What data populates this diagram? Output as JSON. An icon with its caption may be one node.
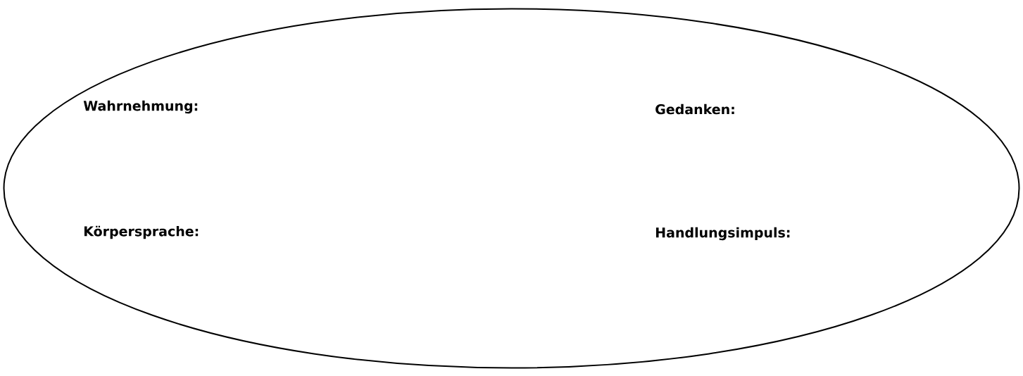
{
  "diagram": {
    "nodes": [
      {
        "text": [
          "Wahrnehmung:",
          "Gedanken:",
          "Körpersprache:",
          "Handlungsimpuls:"
        ]
      }
    ]
  }
}
